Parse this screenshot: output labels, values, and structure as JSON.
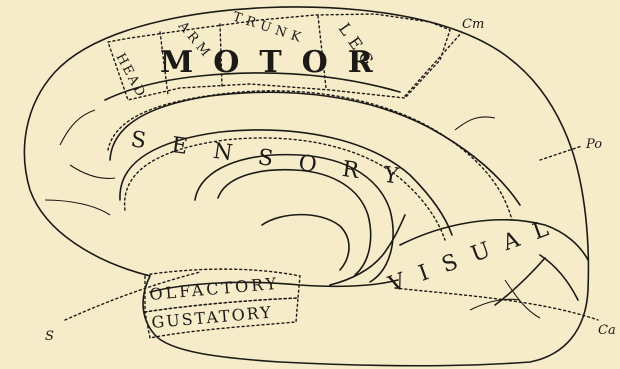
{
  "labels": {
    "motor": "MOTOR",
    "head": "HEAD",
    "arm": "ARM",
    "trunk": "TRUNK",
    "leg": "LEG",
    "sensory": "SENSORY",
    "visual": "VISUAL",
    "olfactory": "OLFACTORY",
    "gustatory": "GUSTATORY"
  },
  "pointers": {
    "cm": "Cm",
    "po": "Po",
    "ca": "Ca",
    "s": "S"
  },
  "colors": {
    "paper": "#f6ecc9",
    "ink": "#1c1a16"
  }
}
